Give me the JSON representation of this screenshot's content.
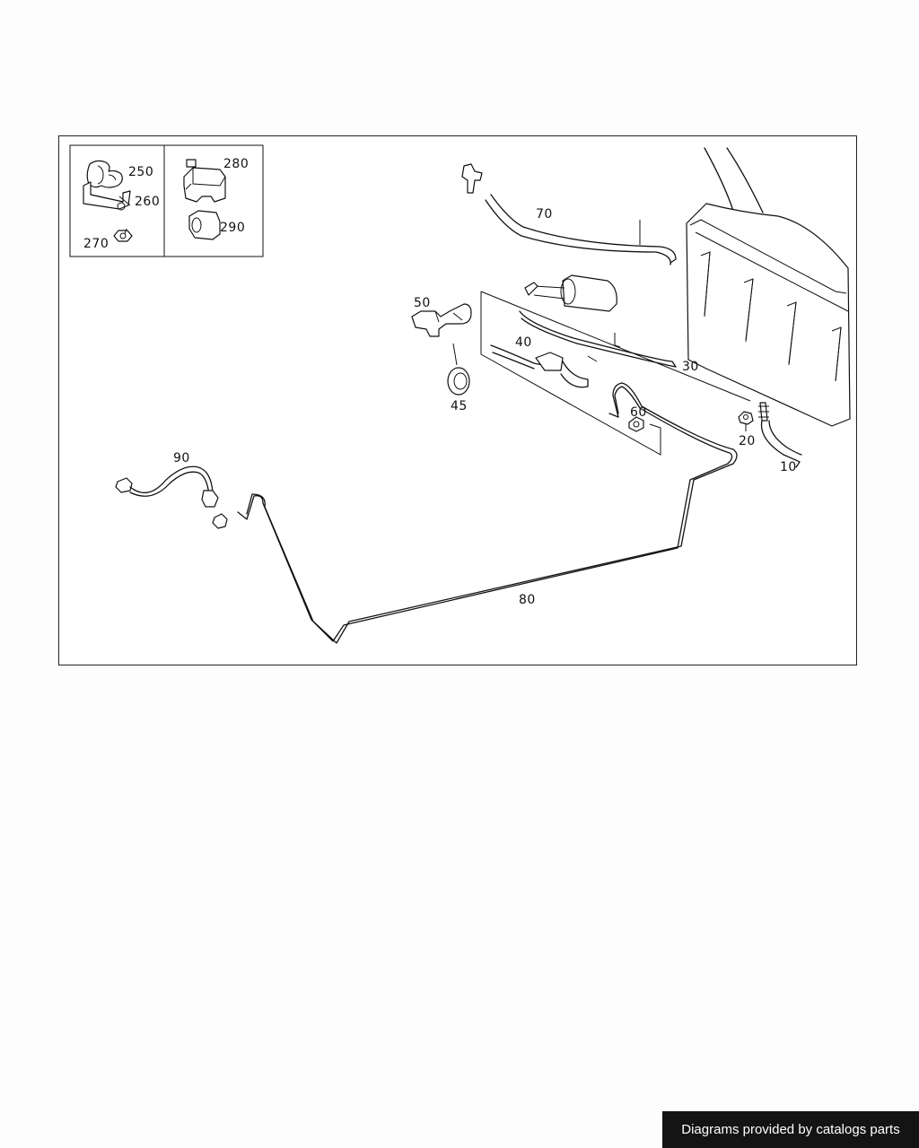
{
  "diagram": {
    "callouts": {
      "c250": "250",
      "c260": "260",
      "c270": "270",
      "c280": "280",
      "c290": "290",
      "c70": "70",
      "c50": "50",
      "c40": "40",
      "c45": "45",
      "c30": "30",
      "c60": "60",
      "c20": "20",
      "c10": "10",
      "c90": "90",
      "c80": "80"
    }
  },
  "footer": {
    "credit": "Diagrams provided by catalogs parts"
  }
}
